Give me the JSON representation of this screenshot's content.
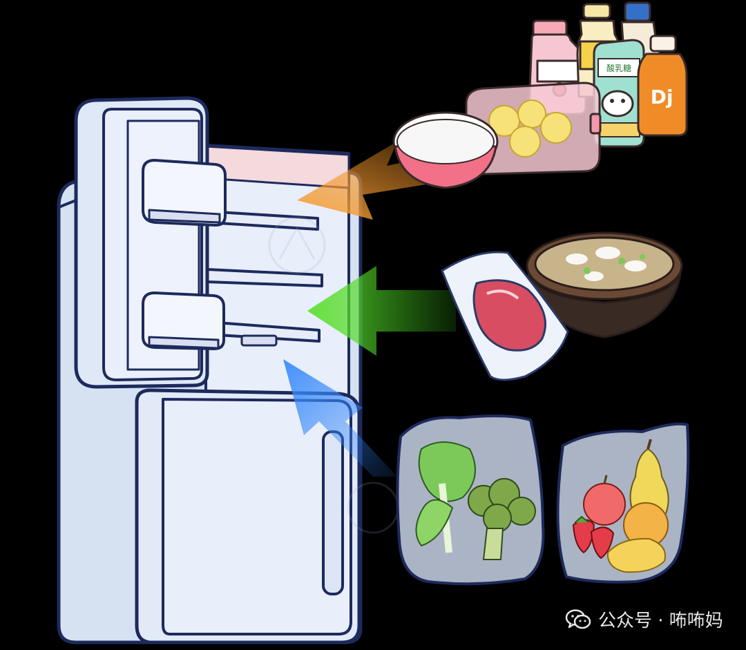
{
  "caption": {
    "text": "公众号 · 咘咘妈",
    "icon": "wechat-icon"
  },
  "labels": {
    "yogurt_bottle": "酸乳糖",
    "juice_bottle": "Dj"
  },
  "colors": {
    "background": "#000000",
    "fridge_outline": "#1d2a5c",
    "fridge_fill": "#e4ecf8",
    "arrow_top": "#f08a1c",
    "arrow_middle": "#3fd11e",
    "arrow_bottom": "#2f7ff0"
  },
  "arrows": [
    {
      "name": "arrow-top",
      "color": "#f08a1c",
      "from": "cooked food and drinks",
      "to": "upper shelves"
    },
    {
      "name": "arrow-middle",
      "color": "#3fd11e",
      "from": "meat and stew",
      "to": "middle shelf"
    },
    {
      "name": "arrow-bottom",
      "color": "#2f7ff0",
      "from": "vegetables and fruits",
      "to": "lower drawer"
    }
  ]
}
